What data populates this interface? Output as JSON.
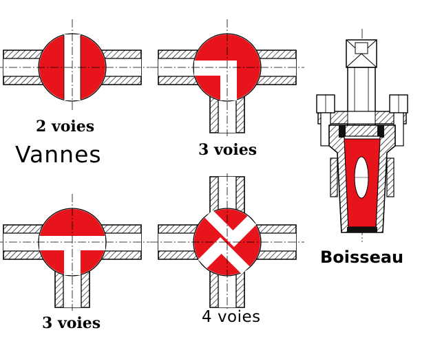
{
  "title": "Vannes",
  "colors": {
    "plug": "#e8141c",
    "outline": "#000000",
    "hatch": "#000000",
    "background": "#ffffff"
  },
  "diagrams": [
    {
      "name": "2-voies",
      "label": "2 voies"
    },
    {
      "name": "3-voies-angle",
      "label": "3 voies"
    },
    {
      "name": "3-voies-t",
      "label": "3 voies"
    },
    {
      "name": "4-voies",
      "label": "4 voies"
    },
    {
      "name": "boisseau",
      "label": "Boisseau"
    }
  ]
}
